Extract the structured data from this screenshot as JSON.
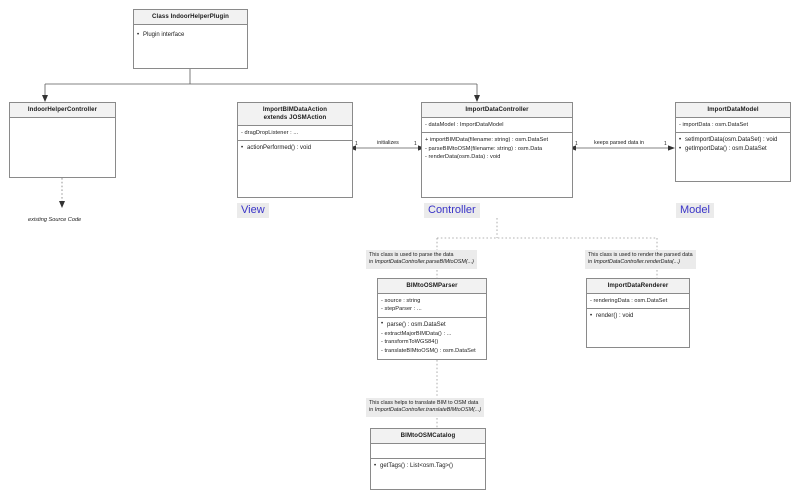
{
  "diagram": {
    "title_label": "Class IndoorHelperPlugin",
    "layers": {
      "view": "View",
      "controller": "Controller",
      "model": "Model"
    },
    "legacy_note": "existing Source Code"
  },
  "classes": {
    "plugin": {
      "name": "Class IndoorHelperPlugin",
      "items": [
        "Plugin interface"
      ]
    },
    "indoor_helper_controller": {
      "name": "IndoorHelperController",
      "attributes": [],
      "methods": []
    },
    "import_bim_data_action": {
      "name_line1": "ImportBIMDataAction",
      "name_line2": "extends JOSMAction",
      "attributes": [
        "- dragDropListener : ..."
      ],
      "methods": [
        "actionPerformed() :  void"
      ]
    },
    "import_data_controller": {
      "name": "ImportDataController",
      "attributes": [
        "- dataModel : ImportDataModel"
      ],
      "methods": [
        "+ importBIMData(filename: string) : osm.DataSet",
        "- parseBIMtoOSM(filename: string) : osm.Data",
        "- renderData(osm.Data) : void"
      ]
    },
    "import_data_model": {
      "name": "ImportDataModel",
      "attributes": [
        "- importData : osm.DataSet"
      ],
      "methods": [
        "setImportData(osm.DataSet) :  void",
        "getImportData() :  osm.DataSet"
      ]
    },
    "bim_to_osm_parser": {
      "name": "BIMtoOSMParser",
      "attributes": [
        "- source : string",
        "- stepParser : ..."
      ],
      "methods": [
        "parse() : osm.DataSet",
        "extractMajorBIMData() : ...",
        "transformToWGS84()",
        "translateBIMtoOSM() : osm.DataSet"
      ]
    },
    "import_data_renderer": {
      "name": "ImportDataRenderer",
      "attributes": [
        "- renderingData : osm.DataSet"
      ],
      "methods": [
        "render() : void"
      ]
    },
    "bim_to_osm_catalog": {
      "name": "BIMtoOSMCatalog",
      "attributes": [],
      "methods": [
        "getTags() : List<osm.Tag>()"
      ]
    }
  },
  "edges": {
    "initializes": {
      "label": "initializes",
      "source_mult": "1",
      "target_mult": "1"
    },
    "keeps_parsed_data_in": {
      "label": "keeps parsed data in",
      "source_mult": "1",
      "target_mult": "1"
    }
  },
  "notes": {
    "parser_note_line1": "This class is used to parse the data",
    "parser_note_line2_prefix": "in ",
    "parser_note_line2_italic": "ImportDataController.parseBIMtoOSM(...)",
    "renderer_note_line1": "This class is used to render the parsed data",
    "renderer_note_line2_prefix": "in ",
    "renderer_note_line2_italic": "ImportDataController.renderData(...)",
    "catalog_note_line1": "This class helps to translate BIM to OSM data",
    "catalog_note_line2_prefix": "in ",
    "catalog_note_line2_italic": "ImportDataController.translateBIMtoOSM(...)"
  },
  "colors": {
    "box_border": "#8a8a8a",
    "title_bg": "#f2f2f2",
    "layer_text": "#3a34c8",
    "layer_bg": "#ebebeb",
    "note_bg": "#ebebeb",
    "line": "#5a5a5a"
  }
}
